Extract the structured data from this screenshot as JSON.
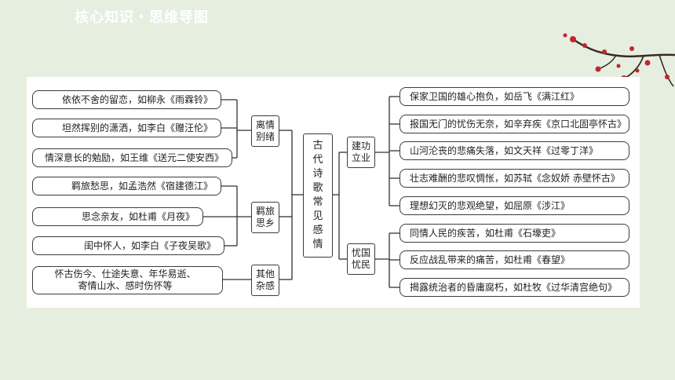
{
  "header": {
    "title": "核心知识・思维导图"
  },
  "center": {
    "chars": [
      "古",
      "代",
      "诗",
      "歌",
      "常",
      "见",
      "感",
      "情"
    ]
  },
  "left_categories": [
    {
      "line1": "离情",
      "line2": "别绪"
    },
    {
      "line1": "羁旅",
      "line2": "思乡"
    },
    {
      "line1": "其他",
      "line2": "杂感"
    }
  ],
  "right_categories": [
    {
      "line1": "建功",
      "line2": "立业"
    },
    {
      "line1": "忧国",
      "line2": "忧民"
    }
  ],
  "left_items": [
    "依依不舍的留恋，如柳永《雨霖铃》",
    "坦然挥别的潇洒，如李白《赠汪伦》",
    "情深意长的勉励，如王维《送元二使安西》",
    "羁旅愁思，如孟浩然《宿建德江》",
    "思念亲友，如杜甫《月夜》",
    "闺中怀人，如李白《子夜吴歌》"
  ],
  "left_multi": {
    "line1": "怀古伤今、仕途失意、年华易逝、",
    "line2": "寄情山水、感时伤怀等"
  },
  "right_items": [
    "保家卫国的雄心抱负，如岳飞《满江红》",
    "报国无门的忧伤无奈，如辛弃疾《京口北固亭怀古》",
    "山河沦丧的悲痛失落，如文天祥《过零丁洋》",
    "壮志难酬的悲叹惆怅，如苏轼《念奴娇 赤壁怀古》",
    "理想幻灭的悲观绝望，如屈原《涉江》",
    "同情人民的疾苦，如杜甫《石壕吏》",
    "反应战乱带来的痛苦，如杜甫《春望》",
    "揭露统治者的昏庸腐朽，如杜牧《过华清宫绝句》"
  ]
}
